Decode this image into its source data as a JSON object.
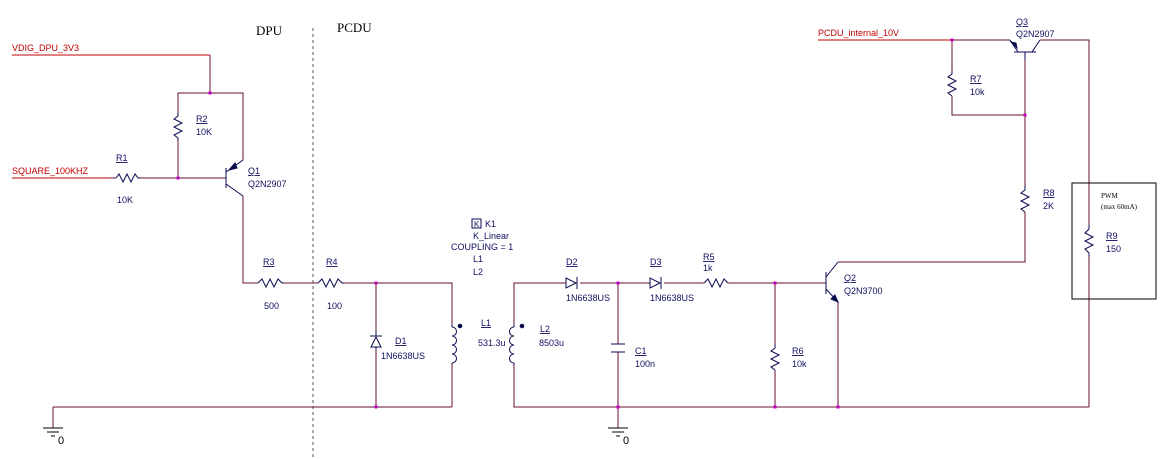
{
  "sections": {
    "left": "DPU",
    "right": "PCDU"
  },
  "nets": {
    "vdig": "VDIG_DPU_3V3",
    "square": "SQUARE_100KHZ",
    "pcdu_internal": "PCDU_internal_10V",
    "ground": "0"
  },
  "components": {
    "r1": {
      "ref": "R1",
      "value": "10K"
    },
    "r2": {
      "ref": "R2",
      "value": "10K"
    },
    "q1": {
      "ref": "Q1",
      "value": "Q2N2907"
    },
    "r3": {
      "ref": "R3",
      "value": "500"
    },
    "r4": {
      "ref": "R4",
      "value": "100"
    },
    "d1": {
      "ref": "D1",
      "value": "1N6638US"
    },
    "k1": {
      "icon": "K",
      "ref": "K1",
      "value": "K_Linear",
      "coupling": "COUPLING = 1",
      "l1": "L1",
      "l2": "L2"
    },
    "l1": {
      "ref": "L1",
      "value": "531.3u"
    },
    "l2": {
      "ref": "L2",
      "value": "8503u"
    },
    "d2": {
      "ref": "D2",
      "value": "1N6638US"
    },
    "d3": {
      "ref": "D3",
      "value": "1N6638US"
    },
    "r5": {
      "ref": "R5",
      "value": "1k"
    },
    "c1": {
      "ref": "C1",
      "value": "100n"
    },
    "r6": {
      "ref": "R6",
      "value": "10k"
    },
    "q2": {
      "ref": "Q2",
      "value": "Q2N3700"
    },
    "q3": {
      "ref": "Q3",
      "value": "Q2N2907"
    },
    "r7": {
      "ref": "R7",
      "value": "10k"
    },
    "r8": {
      "ref": "R8",
      "value": "2K"
    },
    "r9": {
      "ref": "R9",
      "value": "150"
    }
  },
  "pwm_box": {
    "title": "PWM",
    "note": "(max 60mA)"
  },
  "colors": {
    "wire": "#6a0f2e",
    "net_label": "#c00000",
    "component": "#0a0a50",
    "junction": "#c000c0"
  }
}
